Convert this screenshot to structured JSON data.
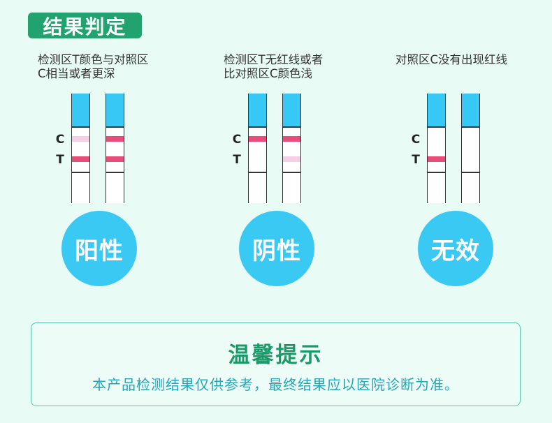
{
  "header": {
    "title": "结果判定"
  },
  "labels": {
    "c": "C",
    "t": "T"
  },
  "colors": {
    "brand_green": "#22a26e",
    "strip_cap": "#38c8f5",
    "strong_line": "#e74c7a",
    "faint_line": "#f5d0e4",
    "result_circle": "#3ac9f3"
  },
  "results": [
    {
      "desc_lines": [
        "检测区T颜色与对照区",
        "C相当或者更深"
      ],
      "result": "阳性",
      "strips": [
        {
          "c_band": "faint",
          "t_band": "strong"
        },
        {
          "c_band": "strong",
          "t_band": "strong"
        }
      ]
    },
    {
      "desc_lines": [
        "检测区T无红线或者",
        "比对照区C颜色浅"
      ],
      "result": "阴性",
      "strips": [
        {
          "c_band": "strong",
          "t_band": "none"
        },
        {
          "c_band": "strong",
          "t_band": "faint"
        }
      ]
    },
    {
      "desc_lines": [
        "对照区C没有出现红线"
      ],
      "result": "无效",
      "strips": [
        {
          "c_band": "none",
          "t_band": "strong"
        },
        {
          "c_band": "none",
          "t_band": "none"
        }
      ]
    }
  ],
  "tip": {
    "title": "温馨提示",
    "text": "本产品检测结果仅供参考，最终结果应以医院诊断为准。"
  }
}
